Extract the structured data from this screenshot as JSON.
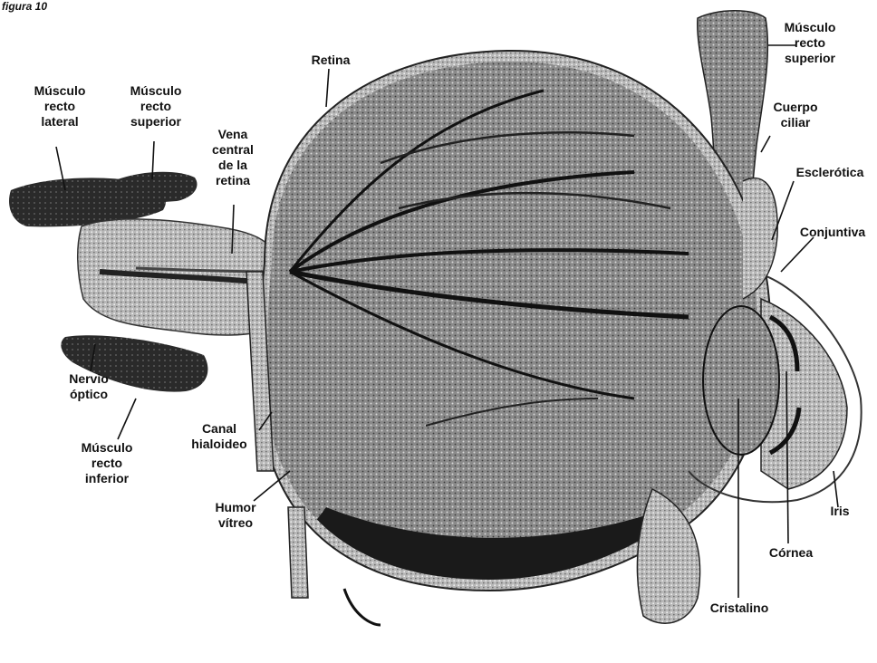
{
  "figure_label": "figura 10",
  "labels": {
    "musculo_recto_lateral": [
      "Músculo",
      "recto",
      "lateral"
    ],
    "musculo_recto_superior_left": [
      "Músculo",
      "recto",
      "superior"
    ],
    "retina": [
      "Retina"
    ],
    "vena_central_retina": [
      "Vena",
      "central",
      "de la",
      "retina"
    ],
    "musculo_recto_superior_right": [
      "Músculo",
      "recto",
      "superior"
    ],
    "cuerpo_ciliar": [
      "Cuerpo",
      "ciliar"
    ],
    "esclerotica": [
      "Esclerótica"
    ],
    "conjuntiva": [
      "Conjuntiva"
    ],
    "nervio_optico": [
      "Nervio",
      "óptico"
    ],
    "canal_hialoideo": [
      "Canal",
      "hialoideo"
    ],
    "musculo_recto_inferior": [
      "Músculo",
      "recto",
      "inferior"
    ],
    "humor_vitreo": [
      "Humor",
      "vítreo"
    ],
    "iris": [
      "Iris"
    ],
    "cornea": [
      "Córnea"
    ],
    "cristalino": [
      "Cristalino"
    ]
  }
}
